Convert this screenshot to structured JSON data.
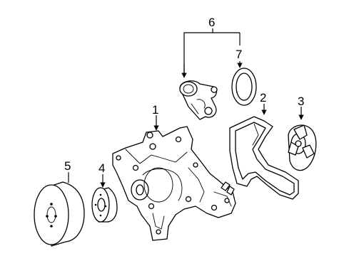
{
  "callouts": [
    {
      "id": "1",
      "label": "1"
    },
    {
      "id": "2",
      "label": "2"
    },
    {
      "id": "3",
      "label": "3"
    },
    {
      "id": "4",
      "label": "4"
    },
    {
      "id": "5",
      "label": "5"
    },
    {
      "id": "6",
      "label": "6"
    },
    {
      "id": "7",
      "label": "7"
    }
  ],
  "parts": [
    {
      "callout": "1",
      "icon": "water-pump-housing-icon"
    },
    {
      "callout": "2",
      "icon": "gasket-icon"
    },
    {
      "callout": "3",
      "icon": "impeller-icon"
    },
    {
      "callout": "4",
      "icon": "hub-flange-icon"
    },
    {
      "callout": "5",
      "icon": "pulley-icon"
    },
    {
      "callout": "6",
      "icon": "thermostat-housing-icon"
    },
    {
      "callout": "7",
      "icon": "seal-ring-icon"
    }
  ]
}
